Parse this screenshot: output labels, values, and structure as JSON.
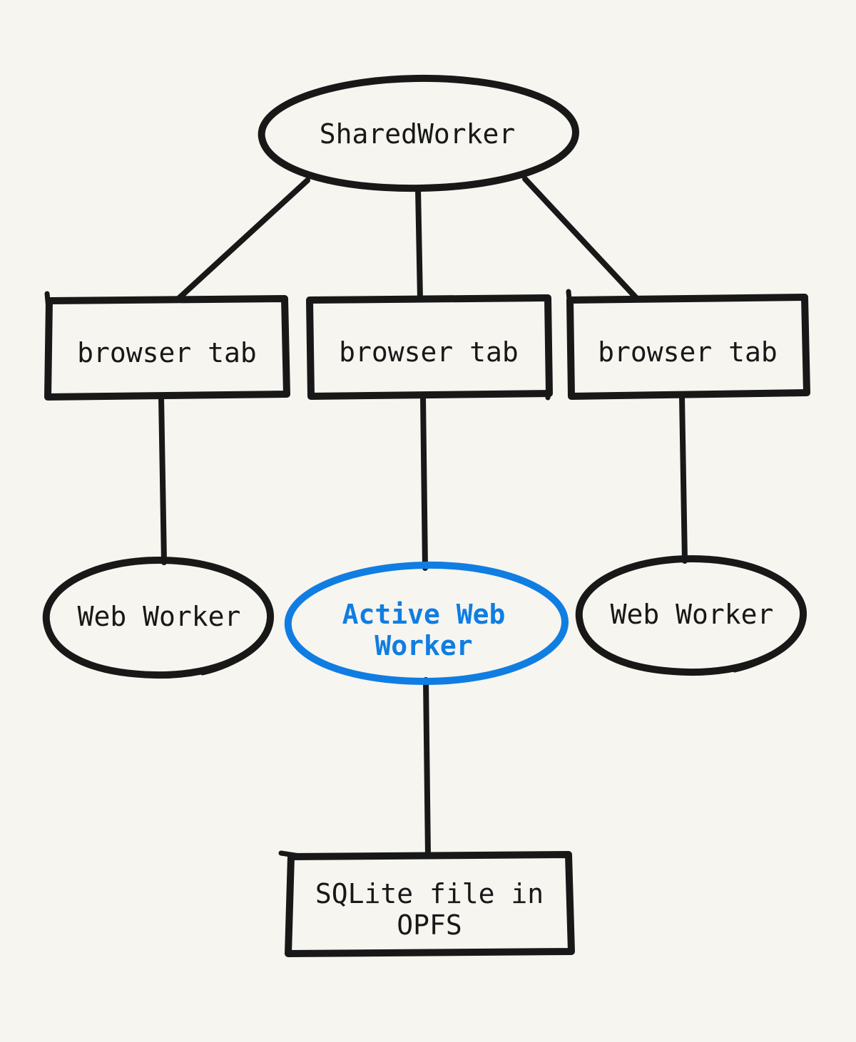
{
  "diagram": {
    "type": "architecture-diagram",
    "colors": {
      "background": "#f6f5f0",
      "ink": "#181818",
      "accent": "#107de2"
    },
    "nodes": {
      "shared_worker": {
        "label": "SharedWorker",
        "shape": "ellipse"
      },
      "browser_tab_left": {
        "label": "browser tab",
        "shape": "rectangle"
      },
      "browser_tab_center": {
        "label": "browser tab",
        "shape": "rectangle"
      },
      "browser_tab_right": {
        "label": "browser tab",
        "shape": "rectangle"
      },
      "web_worker_left": {
        "label": "Web Worker",
        "shape": "ellipse"
      },
      "active_web_worker": {
        "label": "Active Web Worker",
        "label_line1": "Active Web",
        "label_line2": "Worker",
        "shape": "ellipse",
        "highlighted": true
      },
      "web_worker_right": {
        "label": "Web Worker",
        "shape": "ellipse"
      },
      "sqlite_file": {
        "label": "SQLite file in OPFS",
        "label_line1": "SQLite file in",
        "label_line2": "OPFS",
        "shape": "rectangle"
      }
    },
    "edges": [
      {
        "from": "shared_worker",
        "to": "browser_tab_left"
      },
      {
        "from": "shared_worker",
        "to": "browser_tab_center"
      },
      {
        "from": "shared_worker",
        "to": "browser_tab_right"
      },
      {
        "from": "browser_tab_left",
        "to": "web_worker_left"
      },
      {
        "from": "browser_tab_center",
        "to": "active_web_worker"
      },
      {
        "from": "browser_tab_right",
        "to": "web_worker_right"
      },
      {
        "from": "active_web_worker",
        "to": "sqlite_file"
      }
    ]
  }
}
